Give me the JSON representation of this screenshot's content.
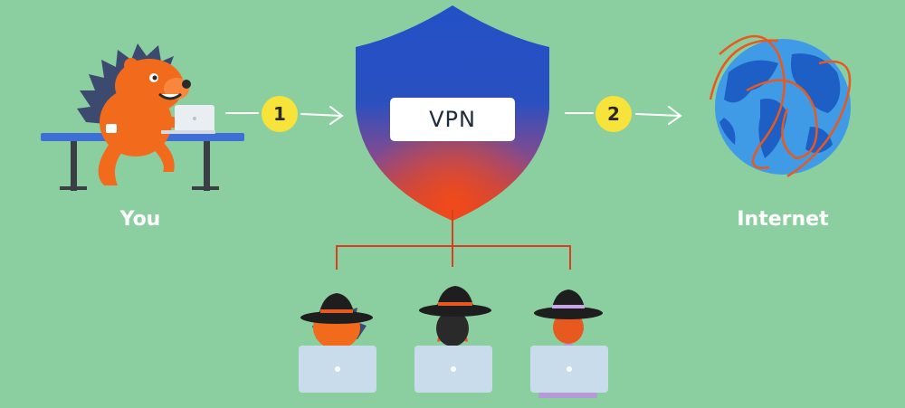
{
  "labels": {
    "you": "You",
    "internet": "Internet",
    "vpn": "VPN"
  },
  "steps": [
    "1",
    "2"
  ],
  "colors": {
    "background": "#8bcfa0",
    "shield_top": "#2251c6",
    "shield_bottom": "#e5421c",
    "badge": "#f7e33a",
    "link_line": "#d8401f",
    "hedgehog": "#f26a1b",
    "globe_water": "#3f9be6",
    "globe_land": "#1d5fc4"
  },
  "icons": [
    "hedgehog-user-icon",
    "vpn-shield-icon",
    "globe-icon",
    "hacker-icon",
    "laptop-icon",
    "arrow-right-icon"
  ]
}
